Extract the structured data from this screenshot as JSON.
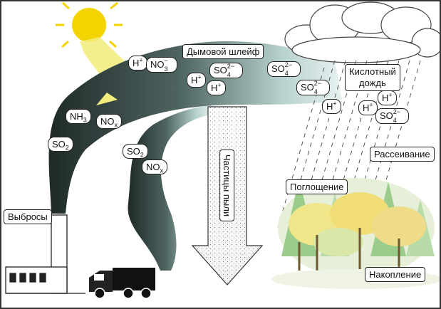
{
  "labels": {
    "emissions": "Выбросы",
    "plume": "Дымовой шлейф",
    "acid_rain_1": "Кислотный",
    "acid_rain_2": "дождь",
    "dispersion": "Рассеивание",
    "absorption": "Поглощение",
    "accumulation": "Накопление",
    "dust": "Частицы пыли"
  },
  "chem": {
    "h": "H",
    "plus": "+",
    "no": "NO",
    "three": "3",
    "minus": "−",
    "nh": "NH",
    "x": "x",
    "so": "SO",
    "two": "2",
    "twominus": "2−",
    "four": "4"
  },
  "colors": {
    "plume_dark": "#1f2a28",
    "plume_light": "#d6e8e6",
    "sun": "#f3d400",
    "sunbeam": "#f2ec7a",
    "rain": "#555555"
  }
}
